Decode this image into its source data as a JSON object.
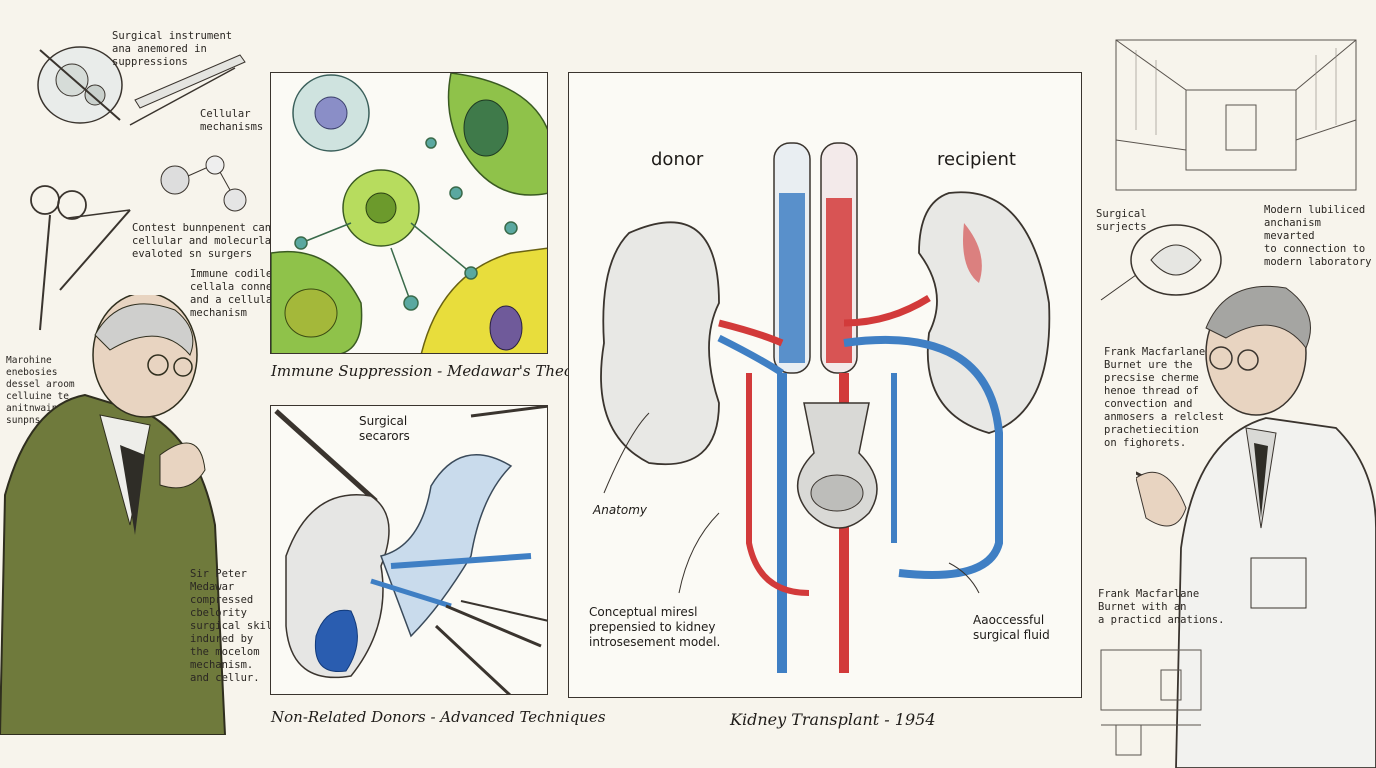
{
  "left_notes": {
    "instrument": "Surgical instrument\nana anemored in\nsuppressions",
    "cellular": "Cellular\nmechanisms",
    "context": "Contest bunnpenent canical\ncellular and molecurlars-\nevaloted sn surgers",
    "immune": "Immune codiler\ncellala connent\nand a cellular\nmechanism",
    "marohine": "Marohine\nenebosies\ndessel aroom\ncelluine te\nanitnwain\nsunpns.",
    "medawar": "Sir Peter\nMedawar\ncompressed\ncbelority\nsurgical skills\nindured by\nthe mocelom\nmechanism.\nand cellur."
  },
  "panels": {
    "immune": {
      "caption": "Immune Suppression - Medawar's Theories"
    },
    "donors": {
      "caption": "Non-Related Donors - Advanced Techniques",
      "label": "Surgical\nsecarors"
    },
    "kidney": {
      "caption": "Kidney Transplant - 1954",
      "donor": "donor",
      "recipient": "recipient",
      "anatomy": "Anatomy",
      "conceptual": "Conceptual miresl\nprepensied to kidney\nintrosesement model.",
      "fluid": "Aaoccessful\nsurgical fluid"
    }
  },
  "right_notes": {
    "surgical": "Surgical\nsurjects",
    "modern": "Modern lubiliced\nanchanism mevarted\nto connection to\nmodern laboratory",
    "burnet1": "Frank Macfarlane\nBurnet ure the\nprecsise cherme\nhenoe thread of\nconvection and\nanmosers a relclest\nprachetiecition\non fighorets.",
    "burnet2": "Frank Macfarlane\nBurnet with an\na practicd anations."
  },
  "colors": {
    "vein": "#3f7fc4",
    "artery": "#d23a3a",
    "cell_green": "#8fc24a",
    "cell_yellow": "#e8dd3c",
    "paper": "#f7f4ec"
  }
}
